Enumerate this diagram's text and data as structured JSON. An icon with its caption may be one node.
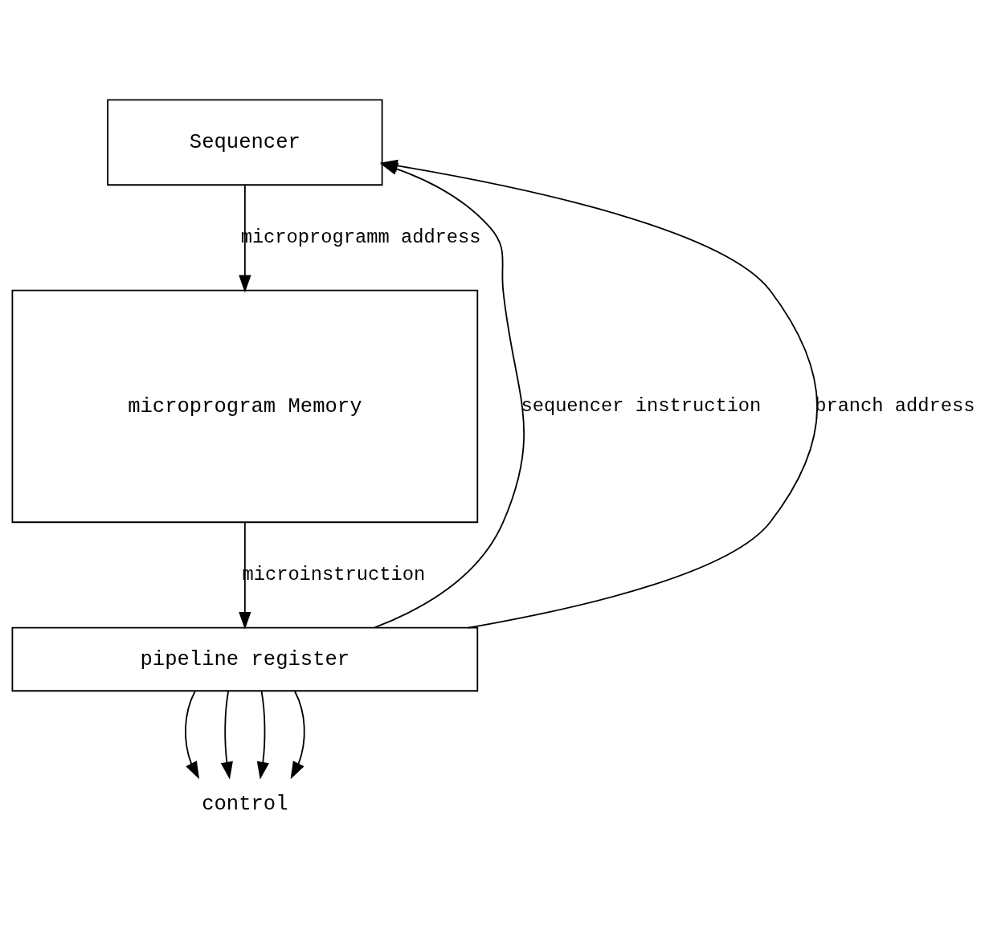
{
  "diagram": {
    "nodes": [
      {
        "text": [
          "Sequencer"
        ]
      },
      {
        "text": [
          "microprogram Memory"
        ]
      },
      {
        "text": [
          "pipeline register"
        ]
      },
      {
        "text": [
          "control"
        ]
      }
    ],
    "edges": [
      {
        "from": 2,
        "to": 0,
        "arrow": "to",
        "label": "sequencer instruction"
      },
      {
        "from": 2,
        "to": 0,
        "arrow": "to",
        "label": "branch address"
      },
      {
        "from": 0,
        "to": 1,
        "arrow": "to",
        "label": "microprogramm address"
      },
      {
        "from": 1,
        "to": 2,
        "arrow": "to",
        "label": "microinstruction"
      },
      {
        "from": 2,
        "to": 3,
        "arrow": "to"
      },
      {
        "from": 2,
        "to": 3,
        "arrow": "to"
      },
      {
        "from": 2,
        "to": 3,
        "arrow": "to"
      },
      {
        "from": 2,
        "to": 3,
        "arrow": "to"
      }
    ]
  }
}
